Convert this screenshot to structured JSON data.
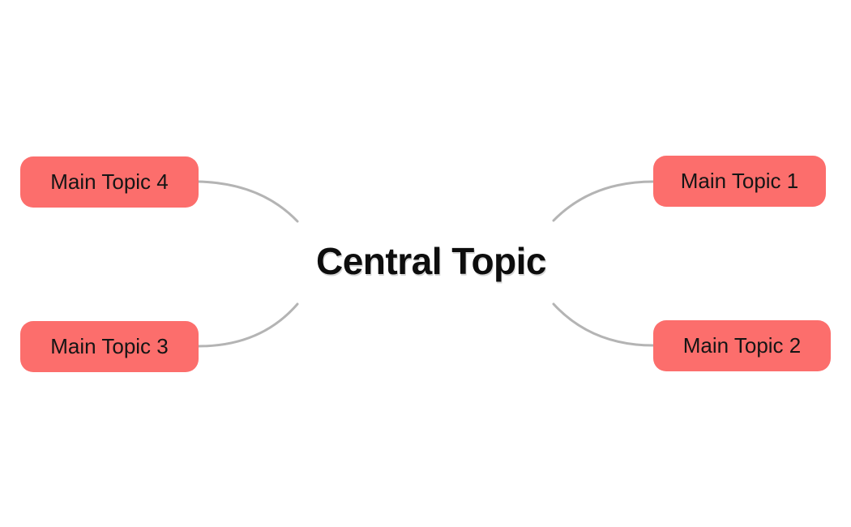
{
  "colors": {
    "background": "#ffffff",
    "node_fill": "#fc6e6c",
    "node_text": "#151515",
    "central_text": "#0d0d0d",
    "connector": "#b4b4b4"
  },
  "central_topic": {
    "label": "Central Topic"
  },
  "main_topics": [
    {
      "label": "Main Topic 1",
      "position": "top-right"
    },
    {
      "label": "Main Topic 2",
      "position": "bottom-right"
    },
    {
      "label": "Main Topic 3",
      "position": "bottom-left"
    },
    {
      "label": "Main Topic 4",
      "position": "top-left"
    }
  ]
}
